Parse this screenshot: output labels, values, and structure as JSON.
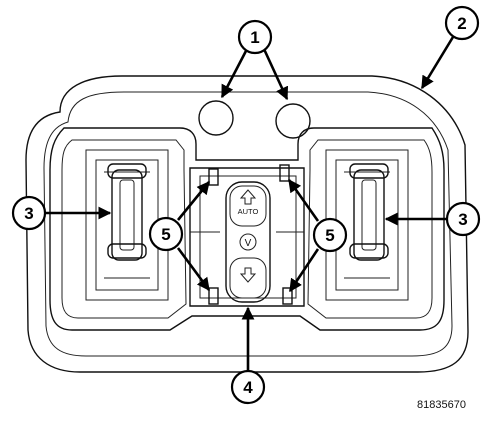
{
  "callouts": {
    "c1": "1",
    "c2": "2",
    "c3_left": "3",
    "c3_right": "3",
    "c4": "4",
    "c5_left": "5",
    "c5_right": "5"
  },
  "switch": {
    "auto_label": "AUTO",
    "vent_label": "V"
  },
  "figure_id": "81835670"
}
